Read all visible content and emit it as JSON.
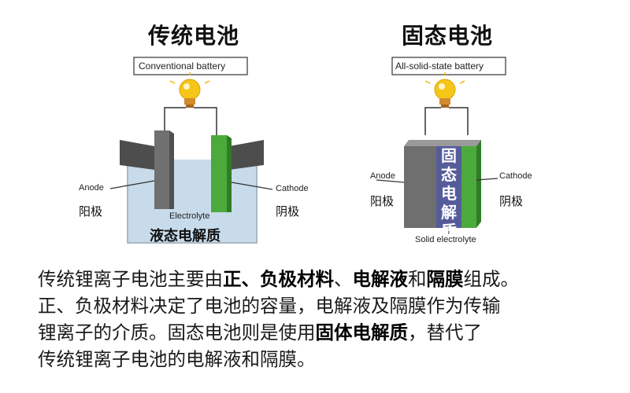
{
  "left": {
    "title": "传统电池",
    "caption": "Conventional battery",
    "anode_en": "Anode",
    "anode_cn": "阳极",
    "cathode_en": "Cathode",
    "cathode_cn": "阴极",
    "electrolyte_en": "Electrolyte",
    "electrolyte_cn": "液态电解质"
  },
  "right": {
    "title": "固态电池",
    "caption": "All-solid-state battery",
    "anode_en": "Anode",
    "anode_cn": "阳极",
    "cathode_en": "Cathode",
    "cathode_cn": "阴极",
    "electrolyte_cn": "固态电解质",
    "electrolyte_en": "Solid electrolyte"
  },
  "description": {
    "l1_a": "传统锂离子电池主要由",
    "l1_b": "正、负极材料",
    "l1_c": "、",
    "l1_d": "电解液",
    "l1_e": "和",
    "l1_f": "隔膜",
    "l1_g": "组成。",
    "l2": "正、负极材料决定了电池的容量，电解液及隔膜作为传输",
    "l3_a": "锂离子的介质。固态电池则是使用",
    "l3_b": "固体电解质",
    "l3_c": "，替代了",
    "l4": "传统锂离子电池的电解液和隔膜。"
  },
  "colors": {
    "anode": "#707070",
    "cathode": "#4caa3c",
    "solid_electrolyte": "#555c9a",
    "liquid": "#c7dbea",
    "bulb": "#f5c518"
  }
}
